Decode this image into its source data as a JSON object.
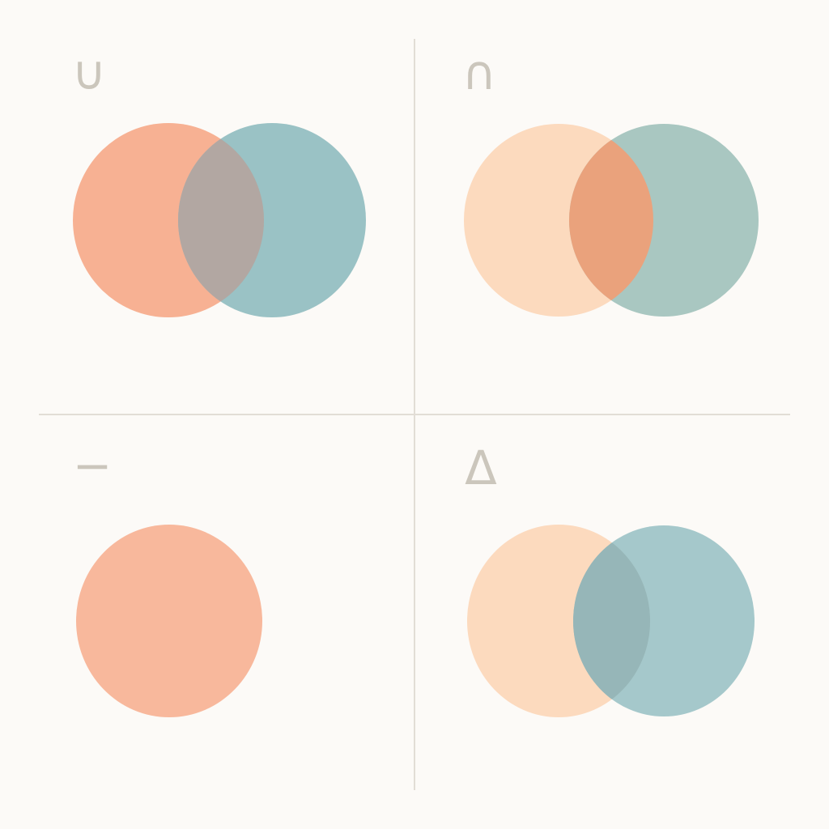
{
  "colors": {
    "background": "#fcfaf7",
    "divider": "#e2ddd6",
    "symbol": "#cbc6bc",
    "coral": "#f6a987",
    "teal": "#8fbbbf",
    "peach": "#fbd4b4",
    "union_overlap": "#b2a7a2",
    "intersection_overlap": "#eaa27c",
    "intersection_teal": "#a9c7c1",
    "difference_overlap": "#96b6b8"
  },
  "panels": [
    {
      "id": "union",
      "symbol": "∪"
    },
    {
      "id": "intersection",
      "symbol": "∩"
    },
    {
      "id": "difference",
      "symbol": "−"
    },
    {
      "id": "symmetric-difference",
      "symbol": "Δ"
    }
  ]
}
